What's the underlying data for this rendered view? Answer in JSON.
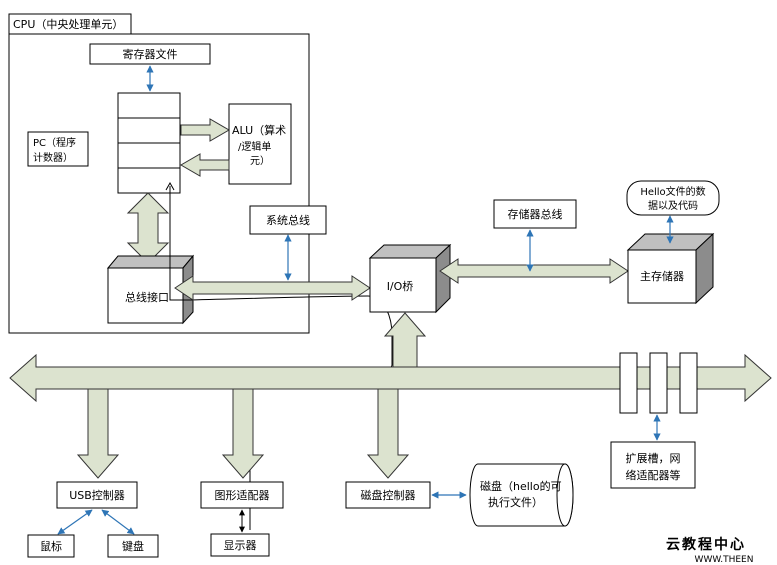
{
  "cpu": {
    "title": "CPU（中央处理单元）",
    "register_file": "寄存器文件",
    "pc_line1": "PC（程序",
    "pc_line2": "计数器）",
    "alu_line1": "ALU（算术",
    "alu_line2": "/逻辑单",
    "alu_line3": "元）",
    "bus_interface": "总线接口"
  },
  "buses": {
    "system_bus": "系统总线",
    "memory_bus": "存储器总线"
  },
  "io_bridge": "I/O桥",
  "main_memory": "主存储器",
  "hello_data_line1": "Hello文件的数",
  "hello_data_line2": "据以及代码",
  "io_devices": {
    "usb_controller": "USB控制器",
    "graphics_adapter": "图形适配器",
    "disk_controller": "磁盘控制器",
    "disk_line1": "磁盘（hello的可",
    "disk_line2": "执行文件）",
    "mouse": "鼠标",
    "keyboard": "键盘",
    "display": "显示器",
    "expansion_line1": "扩展槽，网",
    "expansion_line2": "络适配器等"
  },
  "watermark": {
    "name": "云教程中心",
    "url": "WWW.THEEN"
  },
  "colors": {
    "arrow_fill": "#dce3cf",
    "arrow_stroke": "#333333",
    "box_front": "#ffffff",
    "box_side": "#8c8c8c",
    "box_top": "#c0c0c0",
    "link_line": "#2e75b6"
  }
}
